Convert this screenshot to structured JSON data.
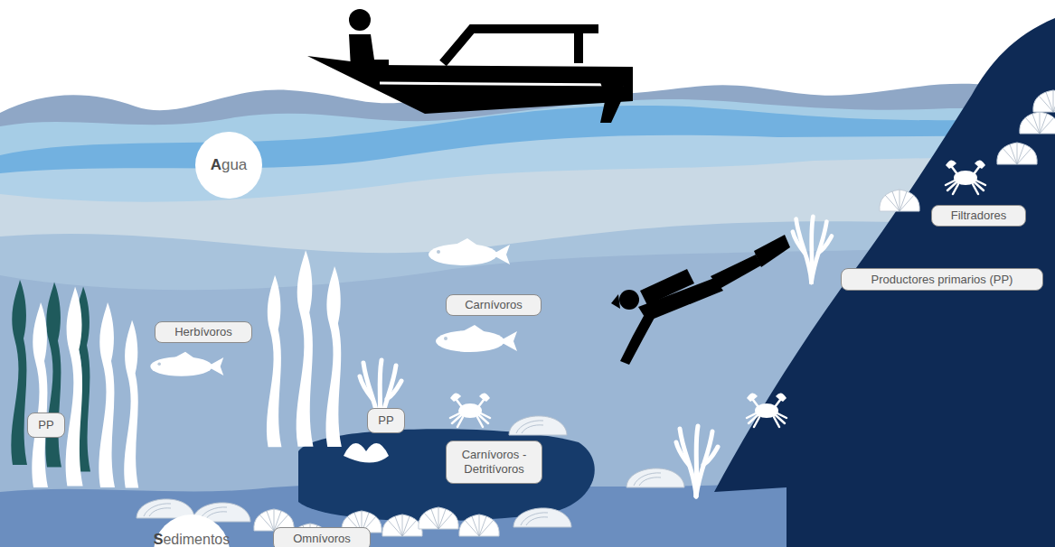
{
  "diagram": {
    "nodes": [
      {
        "text": [
          "Agua"
        ]
      },
      {
        "text": [
          "Filtradores"
        ]
      },
      {
        "text": [
          "Productores primarios (PP)"
        ]
      },
      {
        "text": [
          "Carnívoros"
        ]
      },
      {
        "text": [
          "Herbívoros"
        ]
      },
      {
        "text": [
          "PP"
        ]
      },
      {
        "text": [
          "PP"
        ]
      },
      {
        "text": [
          "Carnívoros - Detritívoros"
        ]
      },
      {
        "text": [
          "Omnívoros"
        ]
      },
      {
        "text": [
          "Sedimentos"
        ]
      }
    ]
  }
}
